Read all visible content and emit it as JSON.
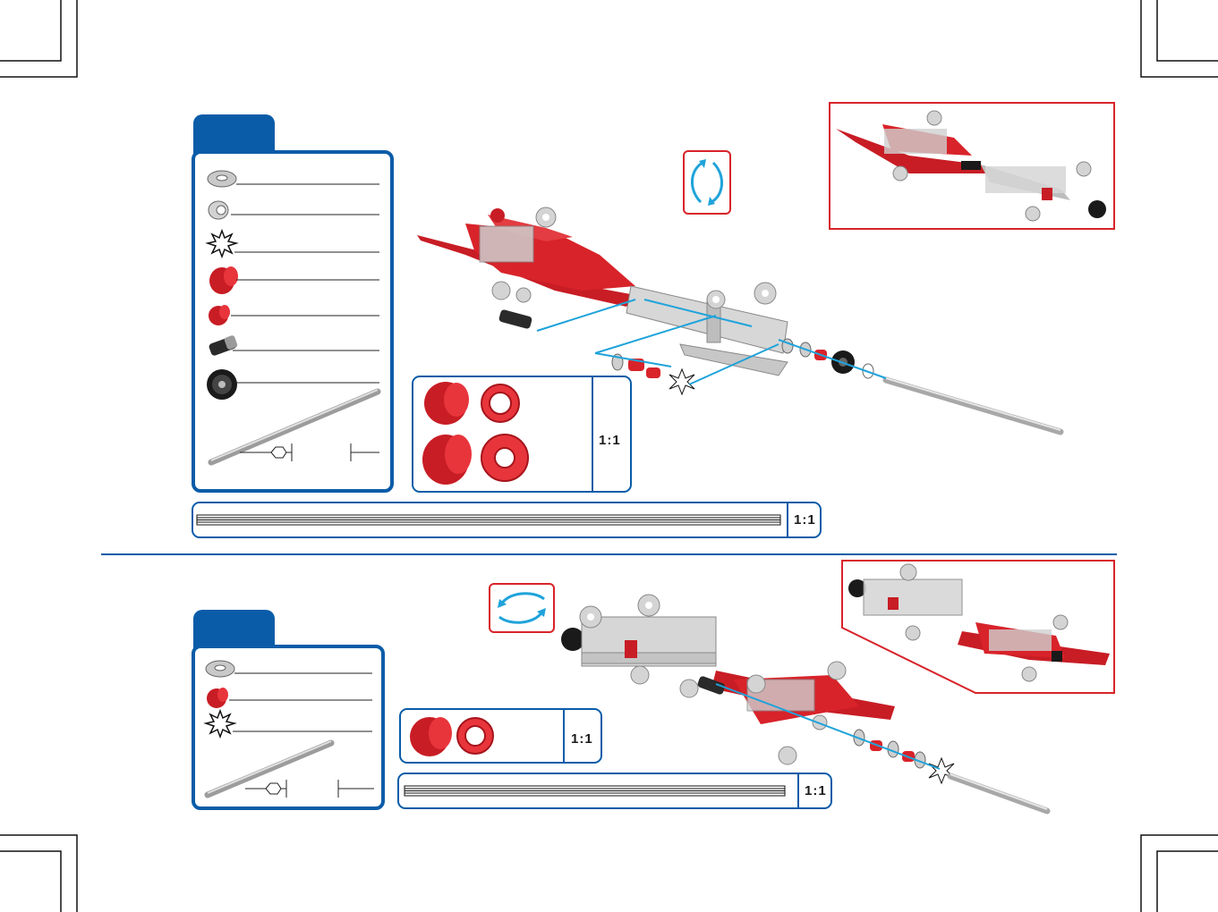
{
  "step_top": {
    "ratio_parts": "1:1",
    "ratio_axle": "1:1",
    "rotate_icon": "rotate-vertical-icon",
    "parts": [
      "washer",
      "collar",
      "pinion-gear",
      "large-spacer",
      "small-spacer",
      "threaded-pinion",
      "crown-gear",
      "axle-rod"
    ]
  },
  "step_bottom": {
    "ratio_parts": "1:1",
    "ratio_axle": "1:1",
    "rotate_icon": "rotate-horizontal-icon",
    "parts": [
      "washer",
      "small-spacer",
      "pinion-gear",
      "axle-rod"
    ]
  },
  "colors": {
    "brand_blue": "#0a5ca8",
    "part_red": "#d8232a",
    "guide_cyan": "#1fa3da"
  }
}
